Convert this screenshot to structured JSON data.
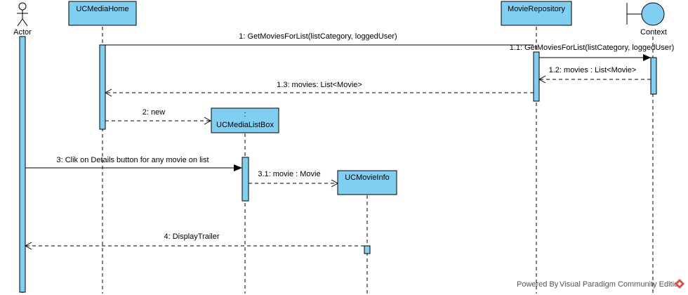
{
  "participants": {
    "actor": "Actor",
    "home": "UCMediaHome",
    "repo": "MovieRepository",
    "context": "Context",
    "listbox_colon": ":",
    "listbox": "UCMediaListBox",
    "info": "UCMovieInfo"
  },
  "messages": {
    "m1": "1: GetMoviesForList(listCategory, loggedUser)",
    "m1_1": "1.1: GetMoviesForList(listCategory, loggedUser)",
    "m1_2": "1.2: movies : List<Movie>",
    "m1_3": "1.3: movies: List<Movie>",
    "m2": "2: new",
    "m3": "3: Clik on Details button for any movie on list",
    "m3_1": "3.1: movie : Movie",
    "m4": "4: DisplayTrailer"
  },
  "watermark": {
    "powered_by": "Powered By",
    "product": "Visual Paradigm Community Edition"
  },
  "colors": {
    "box_fill": "#7fcff2",
    "line": "#000000"
  },
  "icons": {
    "actor": "stick-figure-icon",
    "context": "boundary-icon",
    "watermark": "vp-logo-icon"
  }
}
